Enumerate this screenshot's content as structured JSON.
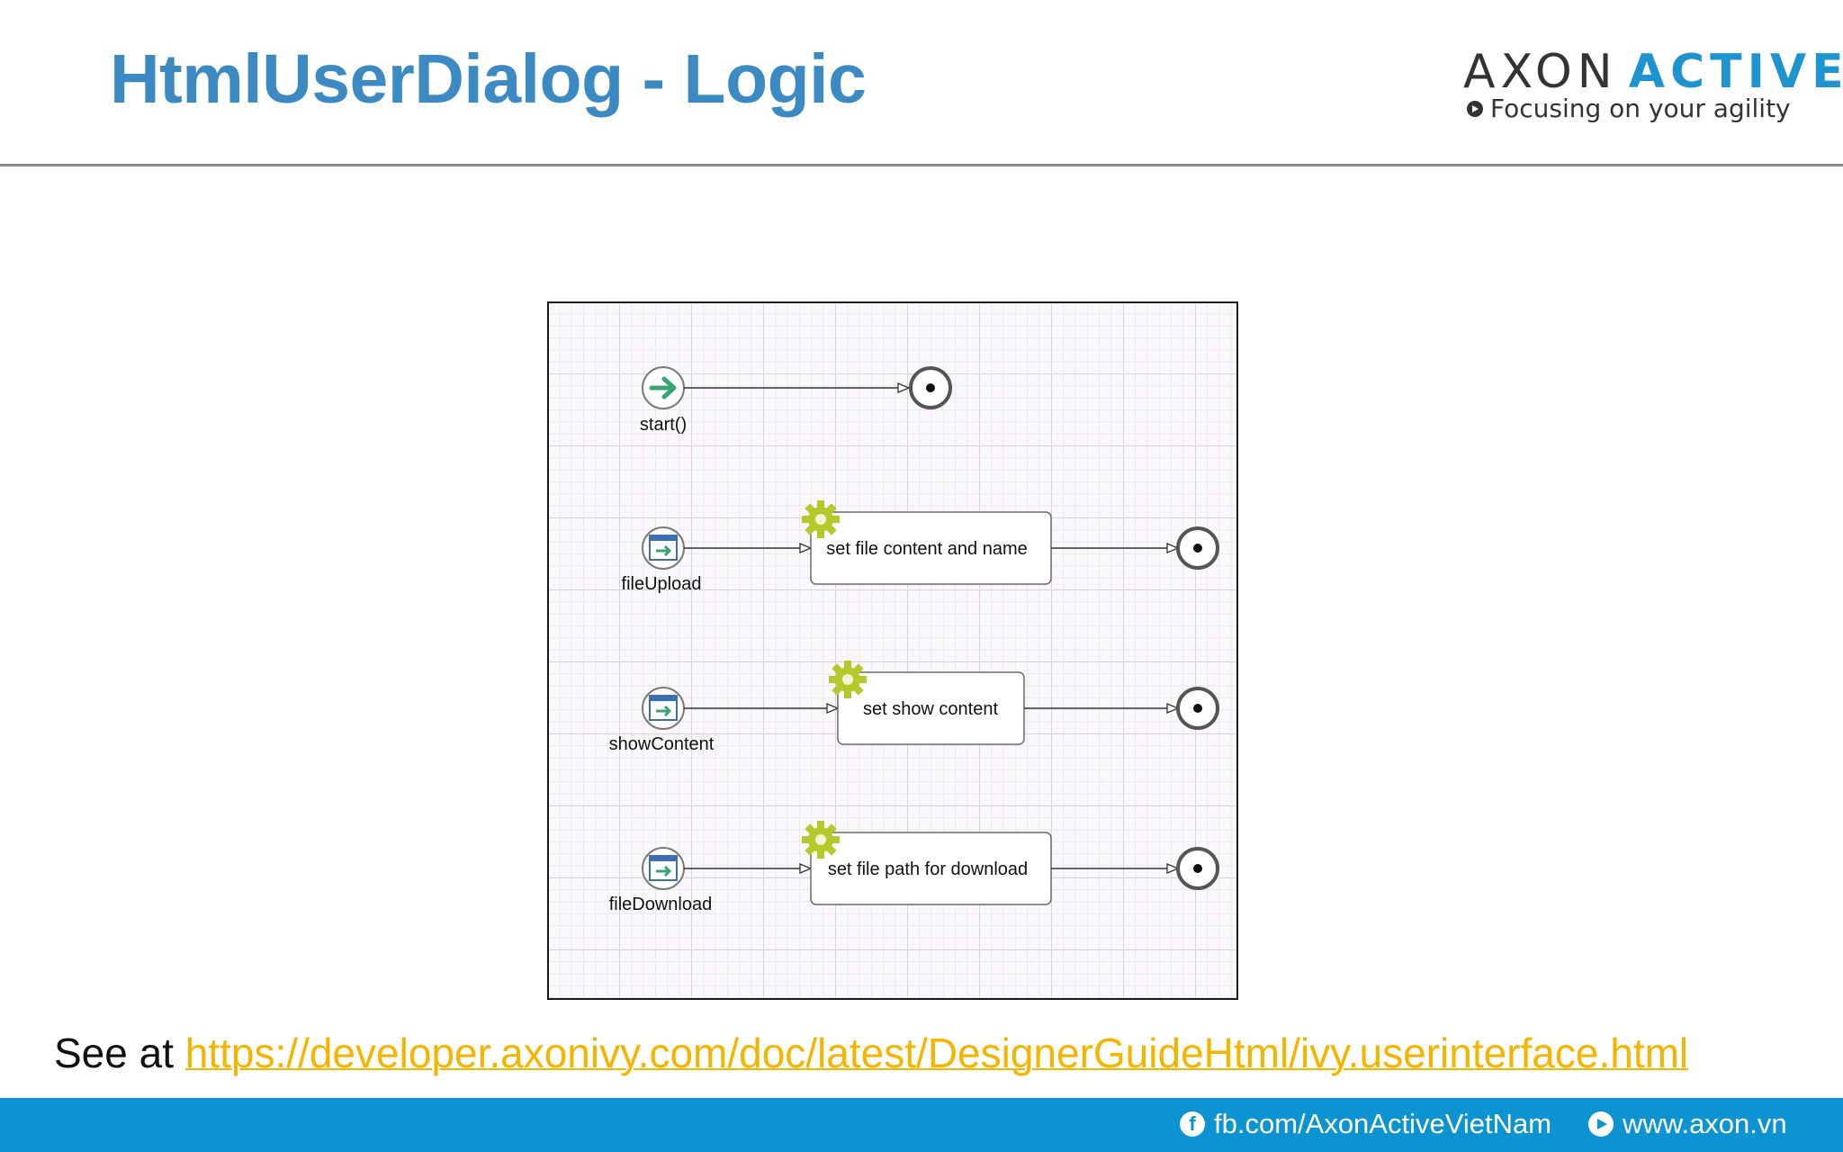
{
  "slide": {
    "title": "HtmlUserDialog - Logic"
  },
  "logo": {
    "brand_first": "AXON",
    "brand_second": "ACTIVE",
    "tagline": "Focusing on your agility"
  },
  "diagram": {
    "processes": [
      {
        "start_label": "start()",
        "start_icon": "arrow-start-icon",
        "task": null
      },
      {
        "start_label": "fileUpload",
        "start_icon": "dialog-event-icon",
        "task": "set file content and name"
      },
      {
        "start_label": "showContent",
        "start_icon": "dialog-event-icon",
        "task": "set show content"
      },
      {
        "start_label": "fileDownload",
        "start_icon": "dialog-event-icon",
        "task": "set file path for download"
      }
    ],
    "task_icon": "gear-icon",
    "end_icon": "end-event-icon",
    "colors": {
      "gear": "#b5c92a",
      "start_arrow": "#3aa374",
      "dialog_header": "#3d6fb0"
    }
  },
  "reference": {
    "prefix": "See at",
    "link": "https://developer.axonivy.com/doc/latest/DesignerGuideHtml/ivy.userinterface.html"
  },
  "footer": {
    "facebook": "fb.com/AxonActiveVietNam",
    "website": "www.axon.vn",
    "background": "#0c93d2"
  }
}
